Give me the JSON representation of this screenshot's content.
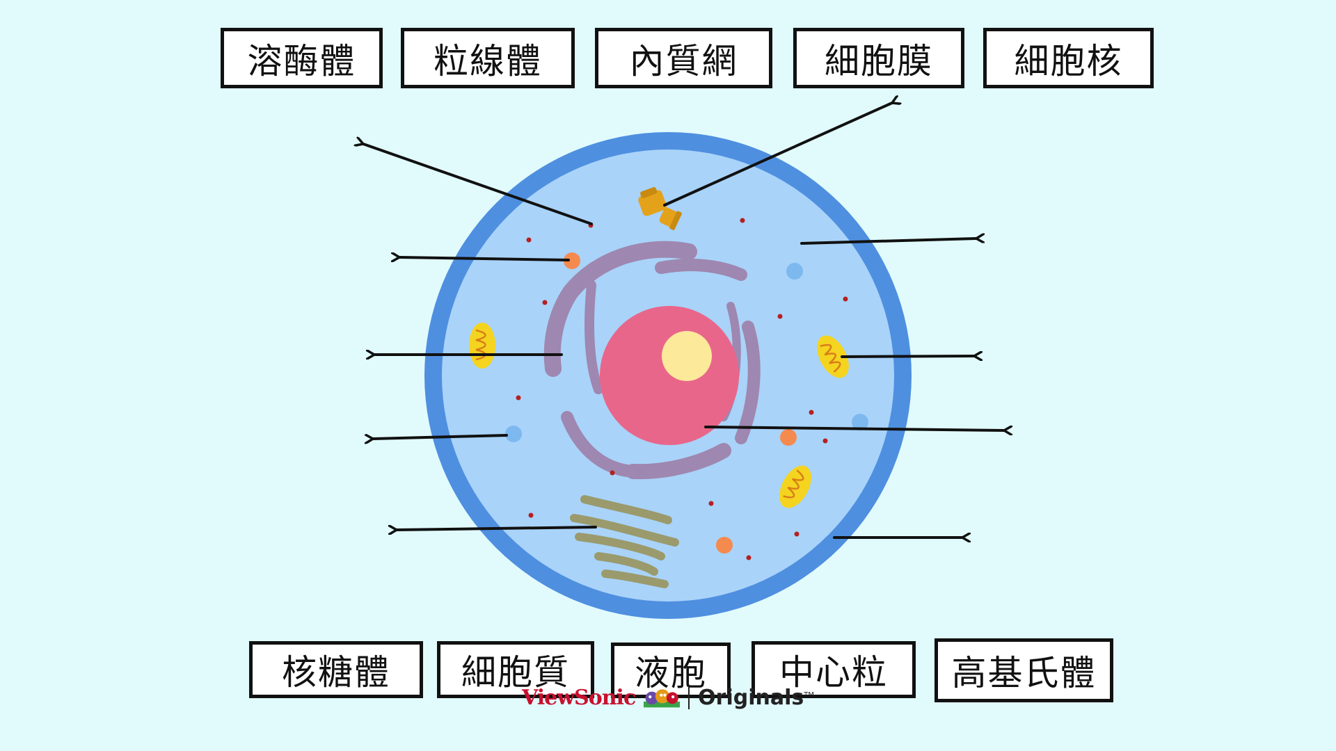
{
  "labels": {
    "top": [
      "溶酶體",
      "粒線體",
      "內質網",
      "細胞膜",
      "細胞核"
    ],
    "bottom": [
      "核糖體",
      "細胞質",
      "液胞",
      "中心粒",
      "高基氏體"
    ]
  },
  "watermark": {
    "brand": "ViewSonic",
    "product": "Originals",
    "trademark": "TM",
    "logo_icon": "monster-mascot-icon"
  },
  "colors": {
    "background": "#e1fbfd",
    "membrane": "#4f8fe0",
    "cytoplasm": "#a9d3f9",
    "nucleus": "#e9668b",
    "nucleolus": "#fde99a",
    "endoplasmic_reticulum": "#9e87b0",
    "golgi": "#9a9a6c",
    "mitochondria": "#f5d41f",
    "lysosome": "#f58a4f",
    "vacuole": "#7db9ef",
    "ribosome": "#b52020",
    "centriole": "#e4a21a",
    "arrow": "#111111"
  }
}
